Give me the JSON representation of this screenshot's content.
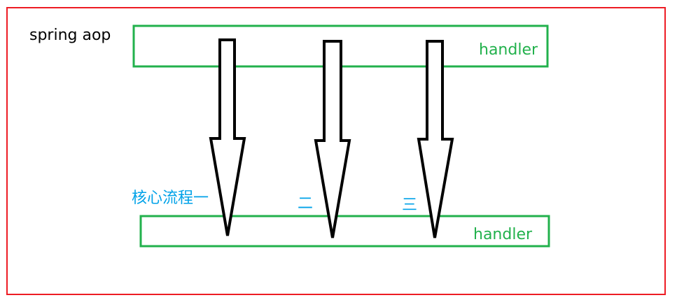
{
  "title": "spring aop",
  "top_box": {
    "label": "handler"
  },
  "bottom_box": {
    "label": "handler"
  },
  "flows": [
    {
      "label": "核心流程一"
    },
    {
      "label": "二"
    },
    {
      "label": "三"
    }
  ],
  "colors": {
    "outer_border": "#ed1c24",
    "box_border": "#22b14c",
    "box_text": "#22b14c",
    "flow_text": "#00a2e8",
    "arrow": "#000000"
  }
}
